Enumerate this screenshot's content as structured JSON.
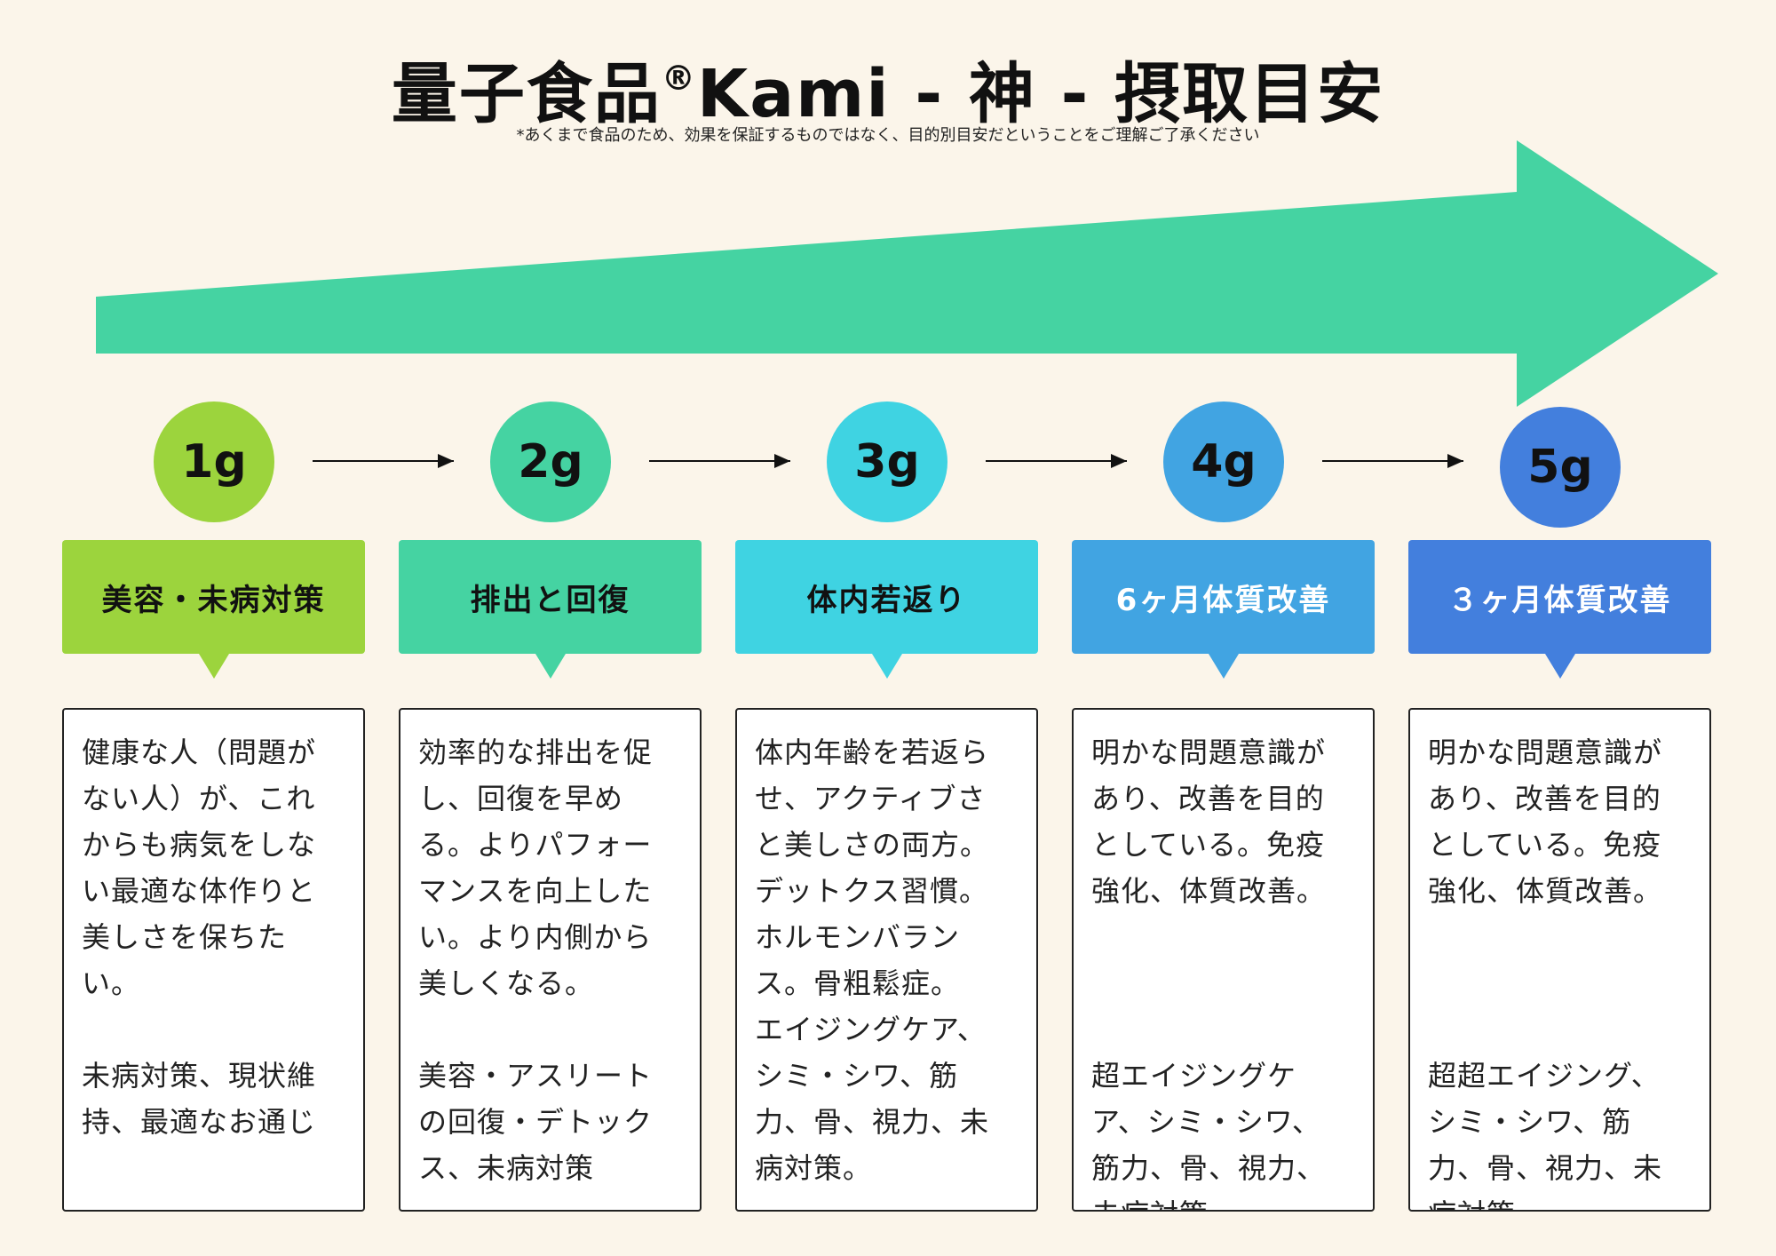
{
  "header": {
    "title_main": "量子食品",
    "title_mark": "®",
    "title_rest": "Kami - 神 - 摂取目安",
    "disclaimer": "*あくまで食品のため、効果を保証するものではなく、目的別目安だということをご理解ご了承ください"
  },
  "colors": {
    "background": "#fbf5ea",
    "arrow": "#45d3a2",
    "connector": "#111111"
  },
  "steps": [
    {
      "dose": "1g",
      "color": "#9cd43d",
      "label": "美容・未病対策",
      "label_text_color": "#111111",
      "paragraph1": [
        "健康な人（問題が",
        "ない人）が、これ",
        "からも病気をしな",
        "い最適な体作りと",
        "美しさを保ちた",
        "い。"
      ],
      "paragraph2": [
        "未病対策、現状維",
        "持、最適なお通じ"
      ]
    },
    {
      "dose": "2g",
      "color": "#45d3a2",
      "label": "排出と回復",
      "label_text_color": "#111111",
      "paragraph1": [
        "効率的な排出を促",
        "し、回復を早め",
        "る。よりパフォー",
        "マンスを向上した",
        "い。より内側から",
        "美しくなる。"
      ],
      "paragraph2": [
        "美容・アスリート",
        "の回復・デトック",
        "ス、未病対策"
      ]
    },
    {
      "dose": "3g",
      "color": "#3fd3e2",
      "label": "体内若返り",
      "label_text_color": "#111111",
      "paragraph1": [
        "体内年齢を若返ら",
        "せ、アクティブさ",
        "と美しさの両方。",
        "デットクス習慣。",
        "ホルモンバラン",
        "ス。骨粗鬆症。",
        "エイジングケア、",
        "シミ・シワ、筋",
        "力、骨、視力、未",
        "病対策。"
      ],
      "paragraph2": []
    },
    {
      "dose": "4g",
      "color": "#41a4e2",
      "label": "6ヶ月体質改善",
      "label_text_color": "#ffffff",
      "paragraph1": [
        "明かな問題意識が",
        "あり、改善を目的",
        "としている。免疫",
        "強化、体質改善。"
      ],
      "paragraph2": [
        "超エイジングケ",
        "ア、シミ・シワ、",
        "筋力、骨、視力、",
        "未病対策。"
      ]
    },
    {
      "dose": "5g",
      "color": "#437fdd",
      "label": "３ヶ月体質改善",
      "label_text_color": "#ffffff",
      "paragraph1": [
        "明かな問題意識が",
        "あり、改善を目的",
        "としている。免疫",
        "強化、体質改善。"
      ],
      "paragraph2": [
        "超超エイジング、",
        "シミ・シワ、筋",
        "力、骨、視力、未",
        "病対策。"
      ]
    }
  ]
}
